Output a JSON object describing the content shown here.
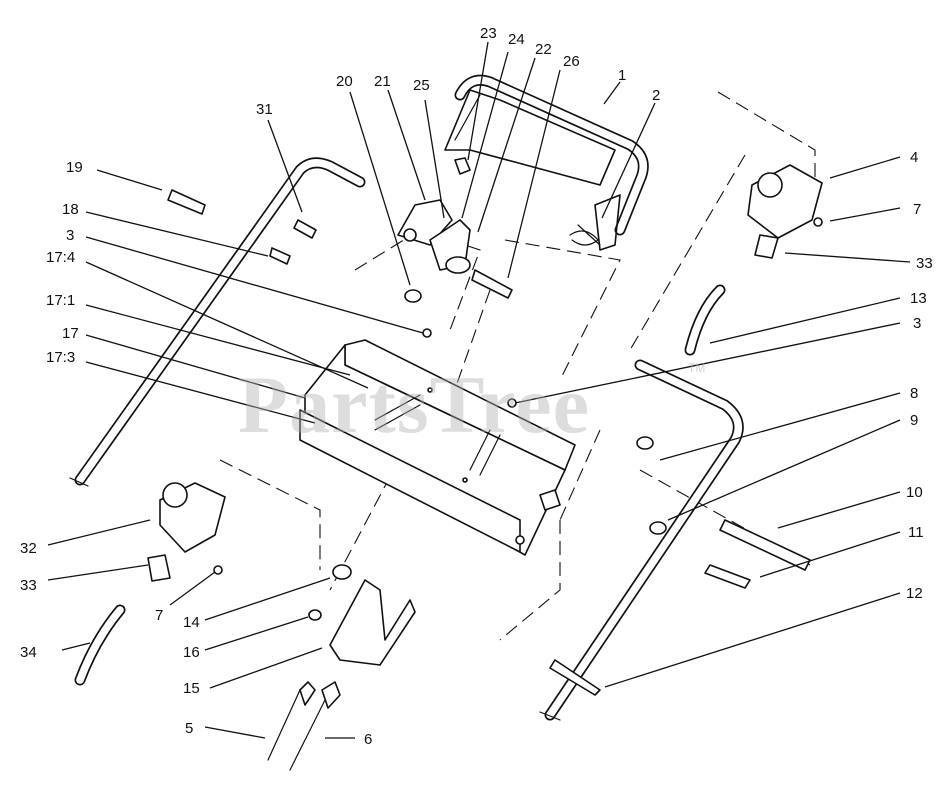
{
  "watermark": {
    "text": "PartsTree",
    "trademark": "TM"
  },
  "callouts": {
    "c1": "1",
    "c2": "2",
    "c3a": "3",
    "c3b": "3",
    "c4": "4",
    "c5": "5",
    "c6": "6",
    "c7a": "7",
    "c7b": "7",
    "c8": "8",
    "c9": "9",
    "c10": "10",
    "c11": "11",
    "c12": "12",
    "c13": "13",
    "c14": "14",
    "c15": "15",
    "c16": "16",
    "c17": "17",
    "c17_1": "17:1",
    "c17_3": "17:3",
    "c17_4": "17:4",
    "c18": "18",
    "c19": "19",
    "c20": "20",
    "c21": "21",
    "c22": "22",
    "c23": "23",
    "c24": "24",
    "c25": "25",
    "c26": "26",
    "c31": "31",
    "c32": "32",
    "c33a": "33",
    "c33b": "33",
    "c34": "34"
  }
}
